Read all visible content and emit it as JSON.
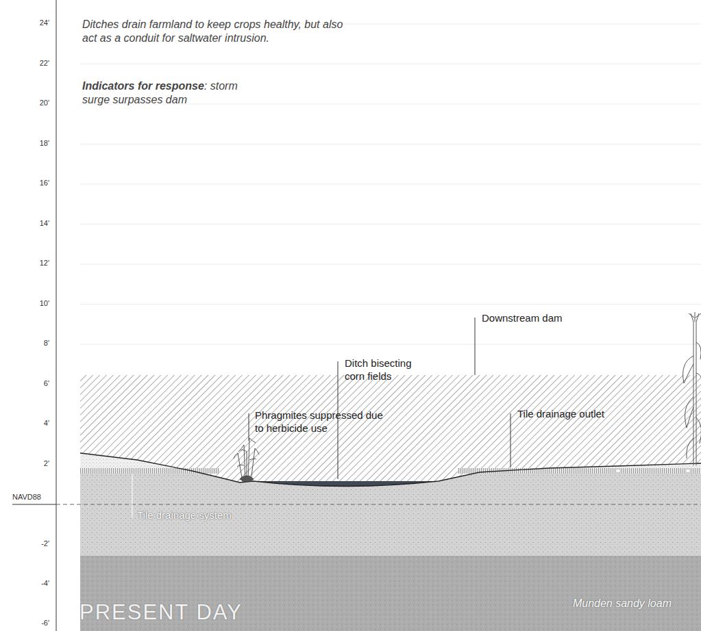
{
  "diagram": {
    "labels": [
      "24′",
      "22′",
      "20′",
      "18′",
      "16′",
      "14′",
      "12′",
      "10′",
      "8′",
      "6′",
      "4′",
      "2′",
      "NAVD88",
      "-2′",
      "-4′",
      "-6′",
      "Ditches drain farmland to keep crops healthy, but also act as a conduit for saltwater intrusion.",
      "Indicators for response",
      ": storm surge surpasses dam",
      "Ditch bisecting corn fields",
      "Downstream dam",
      "Phragmites suppressed due to herbicide use",
      "Tile drainage outlet",
      "Tile drainage system",
      "Munden sandy loam",
      "PRESENT DAY"
    ]
  }
}
